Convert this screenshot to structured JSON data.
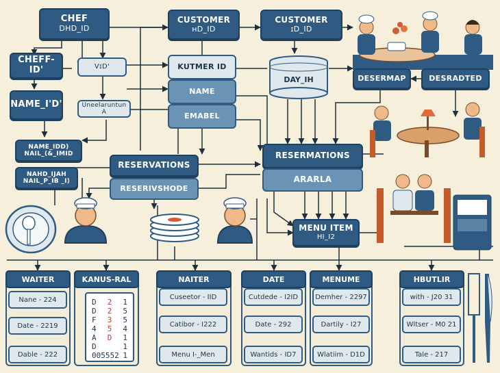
{
  "top": {
    "chef": {
      "title": "CHEF",
      "sub": "DHD_ID"
    },
    "customer1": {
      "title": "CUSTOMER",
      "sub": "ʜD_ID"
    },
    "customer2": {
      "title": "CUSTOMER",
      "sub": "ɪD_ID"
    },
    "cheff_id": "CHEFF-ID'",
    "vid": "VɪD'",
    "name_id": "NAME_I'D'",
    "unce": "Uneelaruntun A",
    "name_idd": {
      "l1": "NAME_IDD)",
      "l2": "NAIL_(&_IMID"
    },
    "nahd": {
      "l1": "NAHD_IJAH",
      "l2": "NAIL_P_IB _I)"
    }
  },
  "customer_fields": {
    "kutmer": "KUTMER ID",
    "name": "NAME",
    "emabel": "EMABEL"
  },
  "day_ih": "DAY_IH",
  "desermap": "DESERMAP",
  "desradted": "DESRADTED",
  "reservations_left": {
    "r1": "RESERVATIONS",
    "r2": "RESERIVSHODE"
  },
  "resermations": "RESERMATIONS",
  "ararla": "ARARLA",
  "menu_item": {
    "title": "MENU ITEM",
    "sub": "HI_I2"
  },
  "panels": {
    "waiter": {
      "header": "WAITER",
      "items": [
        "Nane - 224",
        "Date - 2219",
        "Dable - 222"
      ]
    },
    "kanus": {
      "header": "KANUS-RAL",
      "receipt": [
        [
          "D",
          "2",
          "1"
        ],
        [
          "D",
          "2",
          "5"
        ],
        [
          "F",
          "3",
          "5"
        ],
        [
          "4",
          "5",
          "4"
        ],
        [
          "A",
          "D",
          "1"
        ],
        [
          "D",
          "",
          "1"
        ],
        [
          "005552",
          "",
          "1"
        ]
      ]
    },
    "naiter": {
      "header": "NAITER",
      "items": [
        "Cuseetor - IID",
        "Catibor - I222",
        "Menu I-_Men"
      ]
    },
    "date": {
      "header": "DATE",
      "items": [
        "Cutdede - I2ID",
        "Date - 292",
        "Wantids - ID7"
      ]
    },
    "menume": {
      "header": "MENUME",
      "items": [
        "Demher - 2297",
        "Dartily - I27",
        "Wlatiim - D1D"
      ]
    },
    "hbutlr": {
      "header": "HBUTLIR",
      "items": [
        "with - J20 31",
        "Wltser - M0 21",
        "Tale - 217"
      ]
    }
  },
  "colors": {
    "dark": "#2f5b82",
    "light": "#dfe8ec",
    "background": "#f6efdc",
    "accent": "#c0392b"
  }
}
